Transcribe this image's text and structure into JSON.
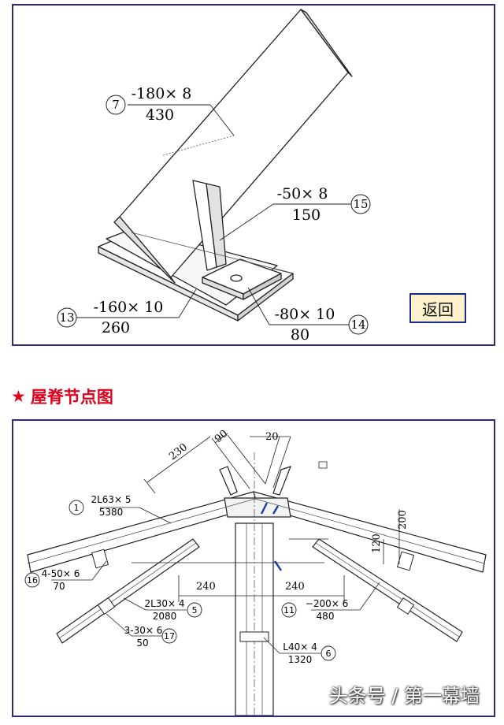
{
  "top_drawing": {
    "callouts": [
      {
        "num": "7",
        "spec": "-180× 8",
        "length": "430"
      },
      {
        "num": "15",
        "spec": "-50× 8",
        "length": "150"
      },
      {
        "num": "13",
        "spec": "-160× 10",
        "length": "260"
      },
      {
        "num": "14",
        "spec": "-80× 10",
        "length": "80"
      }
    ],
    "back_button": "返回"
  },
  "section_title": {
    "star": "★",
    "text": "屋脊节点图"
  },
  "bottom_drawing": {
    "dimensions": {
      "d230": "230",
      "d90": "90",
      "d20": "20",
      "d200": "200",
      "d120": "120",
      "d240_left": "240",
      "d240_right": "240"
    },
    "callouts": [
      {
        "num": "1",
        "spec": "2L63× 5",
        "length": "5380"
      },
      {
        "num": "16",
        "spec": "4-50× 6",
        "length": "70"
      },
      {
        "num": "5",
        "spec": "2L30× 4",
        "length": "2080"
      },
      {
        "num": "17",
        "spec": "3-30× 6",
        "length": "50"
      },
      {
        "num": "11",
        "spec": "−200× 6",
        "length": "480"
      },
      {
        "num": "6",
        "spec": "L40× 4",
        "length": "1320"
      }
    ]
  },
  "watermark": "头条号 / 第一幕墙"
}
